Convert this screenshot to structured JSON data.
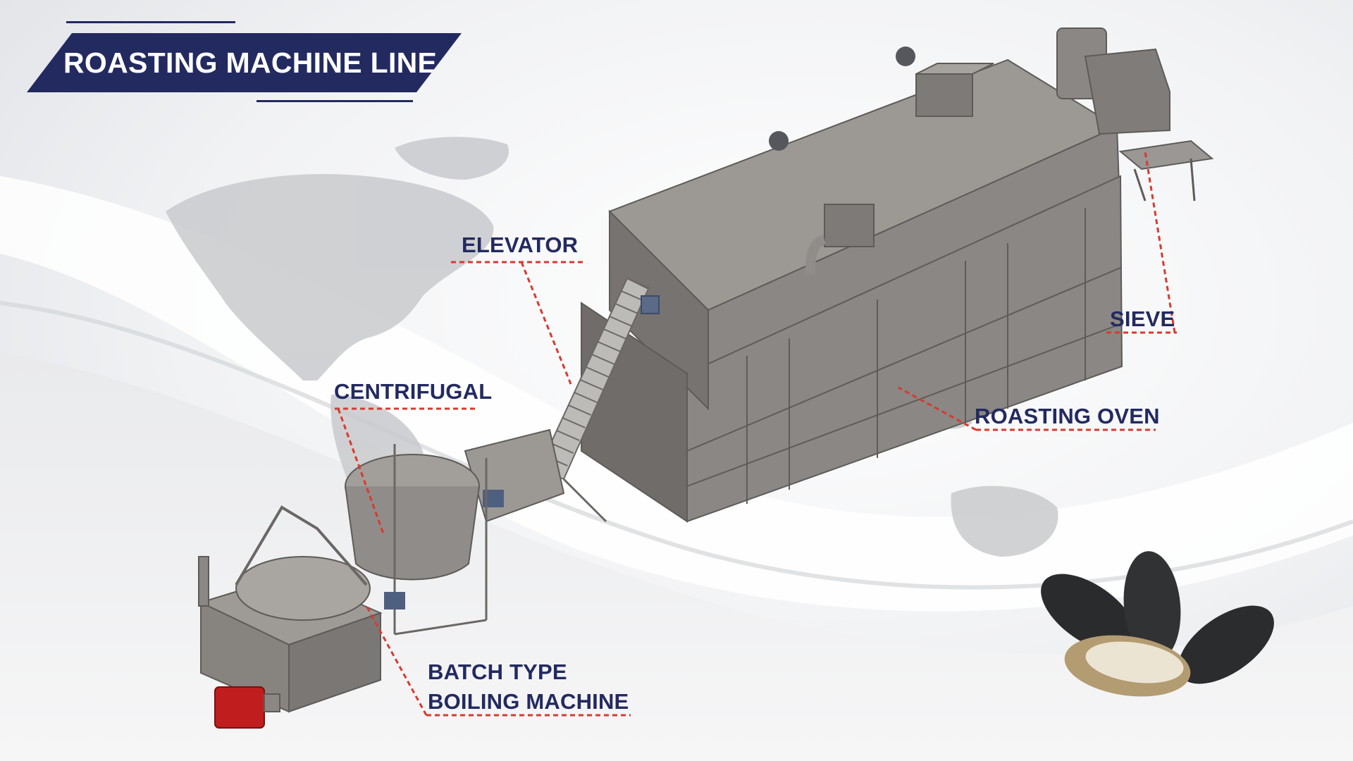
{
  "title": "ROASTING MACHINE LINE",
  "labels": {
    "elevator": "ELEVATOR",
    "centrifugal": "CENTRIFUGAL",
    "sieve": "SIEVE",
    "roasting_oven": "ROASTING OVEN",
    "batch_line1": "BATCH TYPE",
    "batch_line2": "BOILING MACHINE"
  },
  "colors": {
    "brand_navy": "#232a60",
    "leader_red": "#d83a2e",
    "machine_gray": "#8a8784",
    "burner_red": "#c01e1e"
  }
}
